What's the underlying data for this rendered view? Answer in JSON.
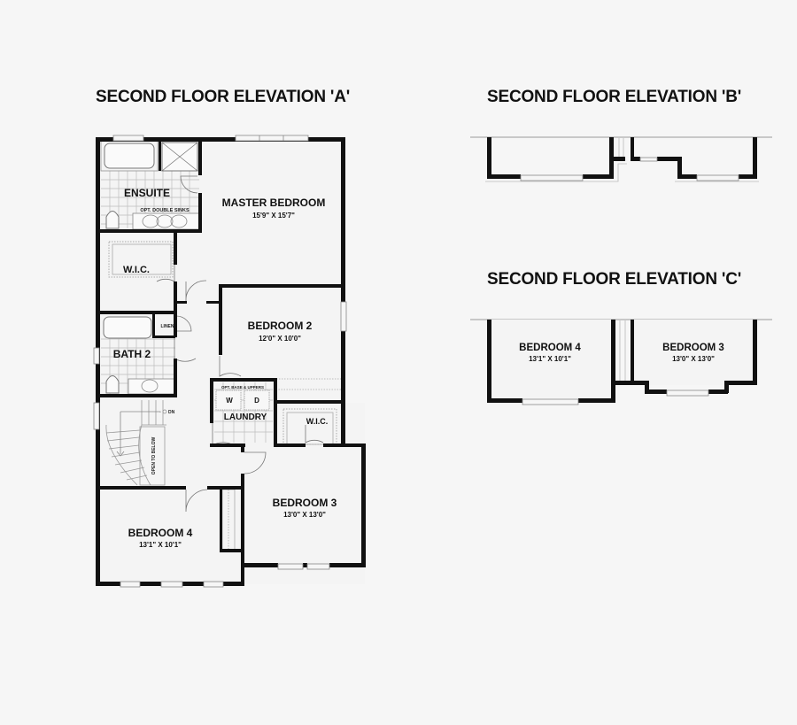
{
  "plans": {
    "a": {
      "title": "SECOND FLOOR ELEVATION 'A'",
      "rooms": {
        "ensuite": {
          "label": "ENSUITE",
          "note": "OPT. DOUBLE SINKS"
        },
        "master_bedroom": {
          "label": "MASTER BEDROOM",
          "dims": "15'9\" X 15'7\""
        },
        "wic_master": {
          "label": "W.I.C."
        },
        "linen": {
          "label": "LINEN"
        },
        "bath2": {
          "label": "BATH 2"
        },
        "bedroom2": {
          "label": "BEDROOM 2",
          "dims": "12'0\" X 10'0\""
        },
        "laundry": {
          "label": "LAUNDRY",
          "note": "OPT. BASE & UPPERS",
          "washer": "W",
          "dryer": "D"
        },
        "wic_bed3": {
          "label": "W.I.C."
        },
        "stairs": {
          "down_label": "DN",
          "open_label": "OPEN TO BELOW"
        },
        "bedroom3": {
          "label": "BEDROOM 3",
          "dims": "13'0\" X 13'0\""
        },
        "bedroom4": {
          "label": "BEDROOM 4",
          "dims": "13'1\" X 10'1\""
        }
      }
    },
    "b": {
      "title": "SECOND FLOOR ELEVATION 'B'"
    },
    "c": {
      "title": "SECOND FLOOR ELEVATION 'C'",
      "rooms": {
        "bedroom4": {
          "label": "BEDROOM 4",
          "dims": "13'1\" X 10'1\""
        },
        "bedroom3": {
          "label": "BEDROOM 3",
          "dims": "13'0\" X 13'0\""
        }
      }
    }
  },
  "colors": {
    "background": "#f6f6f6",
    "wall": "#111111",
    "floor": "#f4f4f4",
    "fixture": "#888888"
  }
}
